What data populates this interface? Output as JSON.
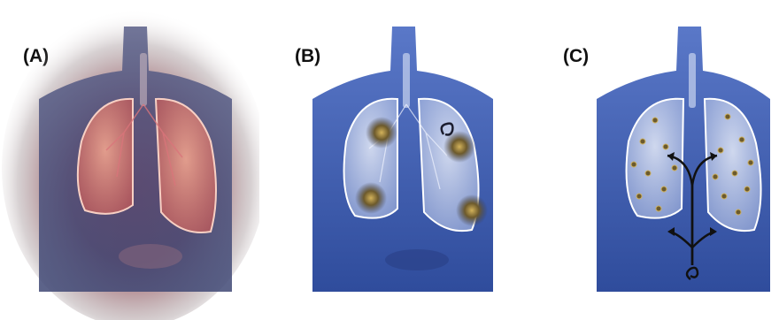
{
  "panels": [
    {
      "label": "(A)",
      "theme": "inflamed-lungs",
      "glow_color": "#c0392b"
    },
    {
      "label": "(B)",
      "theme": "localized-lesions",
      "body_color": "#3d5aa8"
    },
    {
      "label": "(C)",
      "theme": "disseminated-nodules",
      "body_color": "#3d5aa8"
    }
  ]
}
